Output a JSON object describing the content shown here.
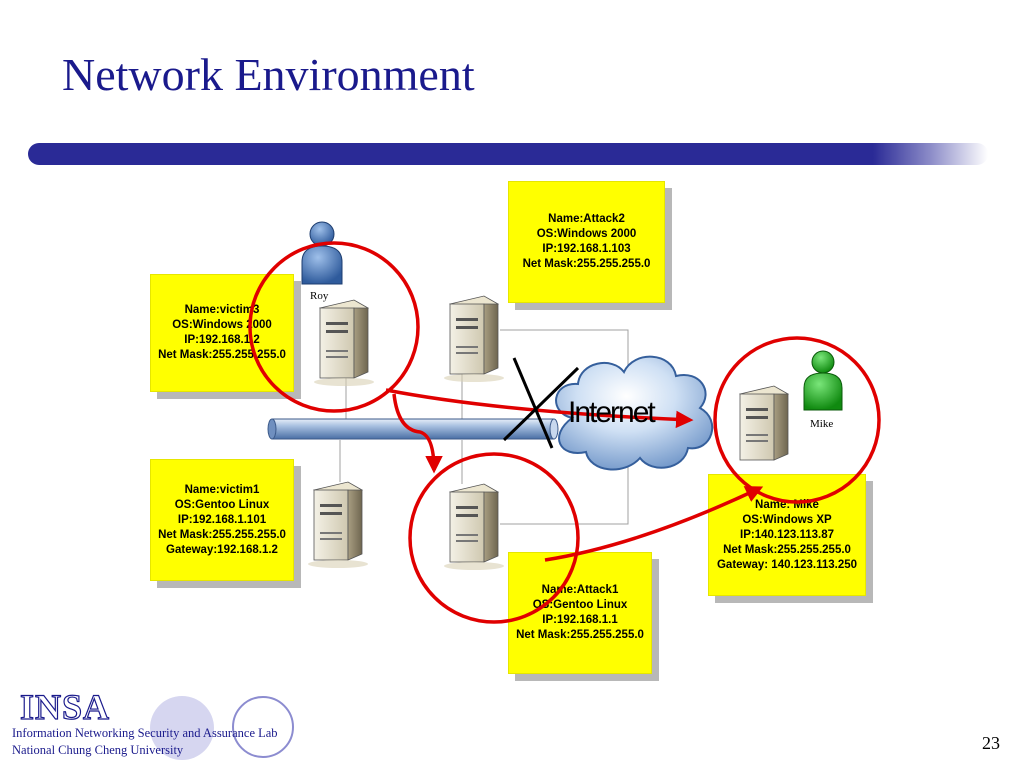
{
  "slide": {
    "title": "Network Environment",
    "page_number": "23"
  },
  "hosts": {
    "attack2": {
      "lines": [
        "Name:Attack2",
        "OS:Windows 2000",
        "IP:192.168.1.103",
        "Net Mask:255.255.255.0"
      ]
    },
    "victim3": {
      "lines": [
        "Name:victim3",
        "OS:Windows 2000",
        "IP:192.168.1.2",
        "Net Mask:255.255.255.0"
      ]
    },
    "victim1": {
      "lines": [
        "Name:victim1",
        "OS:Gentoo Linux",
        "IP:192.168.1.101",
        "Net Mask:255.255.255.0",
        "Gateway:192.168.1.2"
      ]
    },
    "attack1": {
      "lines": [
        "Name:Attack1",
        "OS:Gentoo Linux",
        "IP:192.168.1.1",
        "Net Mask:255.255.255.0"
      ]
    },
    "mike": {
      "lines": [
        "Name: Mike",
        "OS:Windows XP",
        "IP:140.123.113.87",
        "Net Mask:255.255.255.0",
        "Gateway: 140.123.113.250"
      ]
    }
  },
  "user_labels": {
    "roy": "Roy",
    "mike": "Mike"
  },
  "internet_label": "Internet",
  "footer": {
    "logo": "INSA",
    "line1": "Information Networking Security and Assurance Lab",
    "line2": "National Chung Cheng University"
  },
  "colors": {
    "title": "#1a1a8c",
    "highlight_circle": "#e00000",
    "info_box": "#ffff00",
    "roy_user": "#4a78b8",
    "mike_user": "#20b020"
  }
}
